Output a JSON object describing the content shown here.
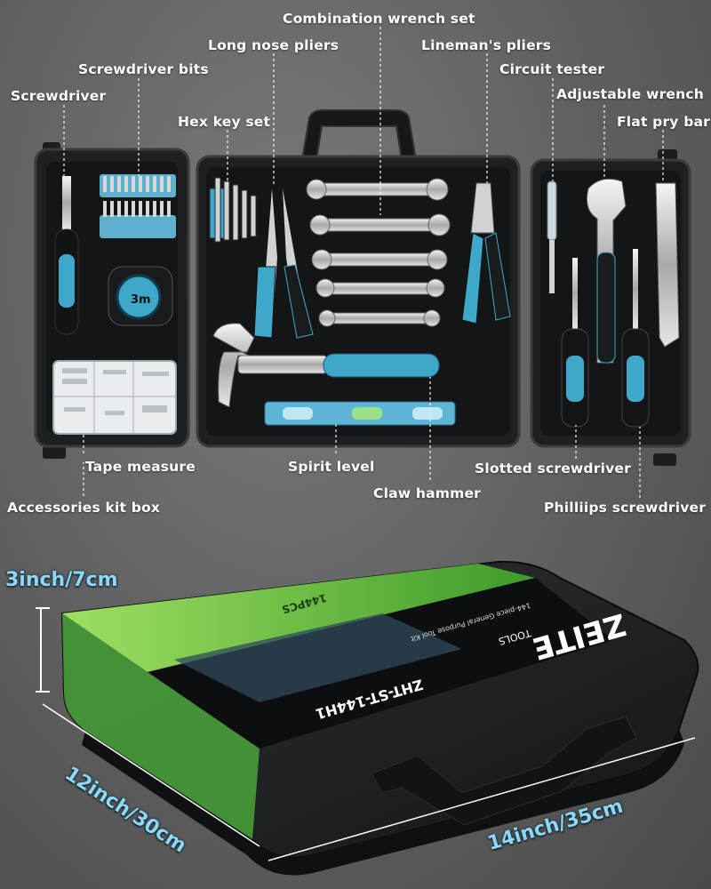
{
  "callouts": {
    "combination_wrench_set": "Combination wrench set",
    "long_nose_pliers": "Long nose pliers",
    "linemans_pliers": "Lineman's pliers",
    "screwdriver_bits": "Screwdriver bits",
    "circuit_tester": "Circuit tester",
    "screwdriver": "Screwdriver",
    "adjustable_wrench": "Adjustable wrench",
    "hex_key_set": "Hex key set",
    "flat_pry_bar": "Flat pry bar",
    "tape_measure": "Tape measure",
    "spirit_level": "Spirit level",
    "slotted_screwdriver": "Slotted screwdriver",
    "claw_hammer": "Claw hammer",
    "accessories_kit_box": "Accessories kit box",
    "phillips_screwdriver": "Philliips screwdriver"
  },
  "dimensions": {
    "height": "3inch/7cm",
    "depth": "12inch/30cm",
    "width": "14inch/35cm"
  },
  "product": {
    "brand": "ZEITE",
    "brand_sub": "TOOLS",
    "model": "ZHT-ST-144H1",
    "pieces": "144PCS",
    "tagline": "144-piece General Purpose Tool Kit"
  },
  "tape_label": "3m",
  "colors": {
    "accent": "#3fa7c9",
    "case": "#1c1d1f",
    "sleeve_green": "#6fc23f",
    "dimension_text": "#8fd8f5"
  }
}
